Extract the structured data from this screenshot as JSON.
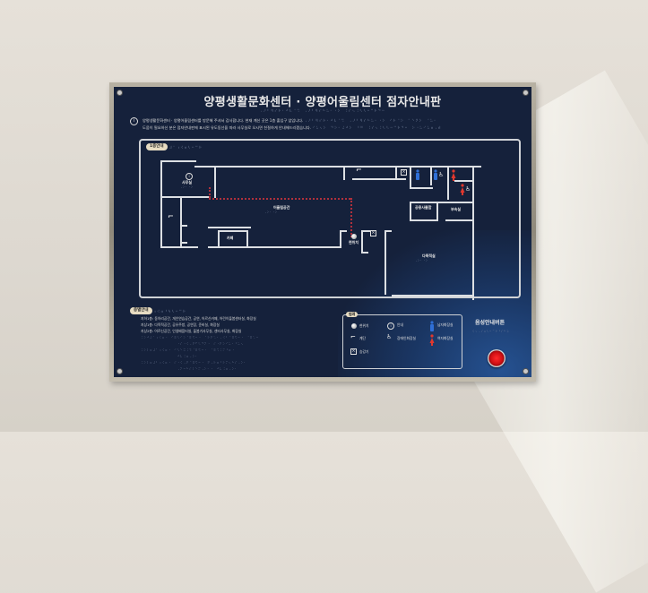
{
  "sign": {
    "title": "양평생활문화센터 · 양평어울림센터 점자안내판",
    "title_braille": "⠠⠜⠃⠻⠎⠗⠂⠚⠧⠈⠩⠀⠠⠜⠃⠻⠎⠓⠥⠂⠐⠕⠀⠨⠎⠢⠨⠣⠣⠒⠉⠗⠙⠒",
    "intro": {
      "icon": "info-icon",
      "line1": "양평생활문화센터 · 양평어울림센터를 방문해 주셔서 감사합니다. 현재 계신 곳은 1층 출입구 앞입니다.",
      "line2": "도움이 필요하신 분은 점자안내판에 표시된 유도동선을 따라 사무실로 오시면 친절하게 안내해드리겠습니다.",
      "braille1": "⠠⠜⠃⠻⠎⠗⠂⠚⠧⠈⠩⠀⠠⠜⠃⠻⠎⠓⠥⠂⠐⠕⠀⠊⠗⠈⠕⠀⠁⠑⠝⠕⠀⠈⠥⠂",
      "braille2": "⠊⠥⠢⠕⠀⠙⠕⠂⠬⠚⠕⠀⠘⠛⠀⠨⠎⠢⠨⠣⠣⠒⠉⠗⠙⠒⠀⠕⠐⠥⠊⠥⠶⠠⠾"
    },
    "colors": {
      "board": "#15213b",
      "lines": "#dcdfe3",
      "route": "#b0303c",
      "male": "#2f6fd6",
      "female": "#e0382e",
      "button": "#d10f14",
      "label_pill": "#e7dcc2"
    }
  },
  "floor_map": {
    "label": "1층안내",
    "label_braille": "⠼⠁⠰⠪⠶⠣⠒⠉⠗",
    "rooms": [
      {
        "name": "사무실",
        "icon": "info-icon"
      },
      {
        "name": "계단",
        "icon": "stairs-icon"
      },
      {
        "name": "카페"
      },
      {
        "name": "어울림공간"
      },
      {
        "name": "계단",
        "icon": "stairs-icon"
      },
      {
        "name": "승강기",
        "icon": "elevator-icon"
      },
      {
        "name": "남자화장실",
        "icon": "male-restroom-icon"
      },
      {
        "name": "장애인화장실(남)",
        "icon": "accessible-male-restroom-icon"
      },
      {
        "name": "여자화장실",
        "icon": "female-restroom-icon"
      },
      {
        "name": "장애인화장실(여)",
        "icon": "accessible-female-restroom-icon"
      },
      {
        "name": "현위치",
        "icon": "current-location-icon"
      },
      {
        "name": "승강기",
        "icon": "elevator-icon"
      },
      {
        "name": "공용사물함"
      },
      {
        "name": "부속실"
      },
      {
        "name": "다목적실"
      }
    ],
    "room_braille": "⠠⠕⠂⠐⠕"
  },
  "floor_guide": {
    "label": "층별안내",
    "label_braille": "⠰⠪⠶⠘⠳⠣⠒⠉⠗",
    "rows": [
      "지하1층: 동아리공간, 개인연습공간, 공연, 어르신카페, 어린이돌봄센터실, 화장실",
      "지상1층: 다목적공간, 공유주방, 공연장, 준비실, 화장실",
      "지상2층: 어르신공간, 인생배움터실, 돌봄기사무실, 센터사무실, 화장실"
    ],
    "braille_rows": [
      "⠨⠕⠚⠼⠁⠰⠪⠶⠐⠀⠊⠿⠣⠊⠕⠈⠿⠫⠒⠐⠀⠈⠗⠟⠡⠂⠠⠪⠃⠈⠿⠫⠒⠐⠀⠈⠿⠡⠒",
      "⠀⠀⠀⠀⠀⠀⠀⠀⠀⠀⠀⠀⠐⠎⠐⠪⠠⠟⠋⠣⠙⠝⠐⠀⠎⠐⠟⠕⠊⠥⠂⠘⠥⠢",
      "⠨⠕⠇⠶⠼⠁⠰⠪⠶⠐⠀⠊⠣⠑⠭⠨⠹⠈⠿⠫⠒⠐⠀⠈⠿⠩⠨⠍⠘⠶⠐",
      "⠀⠀⠀⠀⠀⠀⠀⠀⠀⠀⠀⠀⠚⠧⠨⠶⠠⠕⠂",
      "⠨⠕⠇⠶⠼⠃⠰⠪⠶⠐⠀⠎⠐⠪⠠⠟⠈⠿⠫⠒⠐⠀⠟⠠⠗⠶⠘⠗⠍⠢⠓⠎⠠⠕⠂",
      "⠀⠀⠀⠀⠀⠀⠀⠀⠀⠀⠀⠀⠠⠝⠒⠓⠎⠇⠑⠍⠠⠕⠂⠐⠀⠚⠧⠨⠶⠠⠕⠂"
    ]
  },
  "legend": {
    "label": "범례",
    "label_braille": "⠘⠎⠢⠐⠌",
    "items": [
      {
        "label": "현위치",
        "icon": "current-location-icon"
      },
      {
        "label": "안내",
        "icon": "info-icon"
      },
      {
        "label": "남자화장실",
        "icon": "male-restroom-icon"
      },
      {
        "label": "계단",
        "icon": "stairs-icon"
      },
      {
        "label": "장애인화장실",
        "icon": "wheelchair-icon"
      },
      {
        "label": "여자화장실",
        "icon": "female-restroom-icon"
      },
      {
        "label": "승강기",
        "icon": "elevator-icon"
      }
    ]
  },
  "voice_guide": {
    "label": "음성안내버튼",
    "braille": "⠪⠢⠠⠎⠶⠣⠒⠉⠗⠘⠎⠓⠵",
    "button": "red-push-button"
  }
}
